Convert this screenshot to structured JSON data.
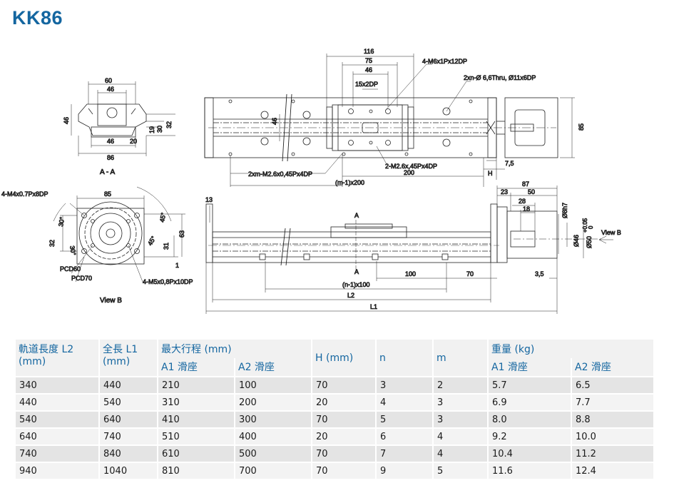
{
  "page": {
    "title": "KK86"
  },
  "drawing": {
    "top": {
      "dim_116": "116",
      "dim_75": "75",
      "dim_46": "46",
      "dim_15x2dp": "15x2DP",
      "hole_m6": "4-M6x1Px12DP",
      "hole_thru": "2xn-Ø 6,6Thru, Ø11x6DP",
      "dim_46v": "46",
      "dim_85": "85",
      "hole_m26_rail": "2xm-M2.6x0,45Px4DP",
      "hole_m26_slide": "2-M2.6x,45Px4DP",
      "dim_200": "200",
      "dim_m1x200": "(m-1)x200",
      "dim_H": "H",
      "dim_75b": "7,5"
    },
    "section": {
      "dim_60": "60",
      "dim_46": "46",
      "dim_46l": "46",
      "dim_19": "19",
      "dim_30": "30",
      "dim_32": "32",
      "dim_20": "20",
      "dim_46b": "46",
      "dim_86": "86",
      "label": "A - A"
    },
    "viewb": {
      "hole_m4": "4-M4x0.7Px8DP",
      "dim_85": "85",
      "dim_30": "30°",
      "dim_45": "45°",
      "dim_63": "63",
      "dim_32": "32",
      "dim_31": "31",
      "dim_1": "1",
      "dim_30b": "30°",
      "dim_45b": "45°",
      "pcd60": "PCD60",
      "pcd70": "PCD70",
      "hole_m5": "4-M5x0,8Px10DP",
      "label": "View B"
    },
    "side": {
      "dim_13": "13",
      "dim_A": "A",
      "dim_A2": "A",
      "dim_87": "87",
      "dim_23": "23",
      "dim_50": "50",
      "dim_28": "28",
      "dim_18": "18",
      "dim_8h7": "Ø8h7",
      "dim_46": "Ø46",
      "dim_50tol": "Ø50",
      "tol": "+0.05",
      "tol2": "0",
      "view_b": "View B",
      "dim_100": "100",
      "dim_70": "70",
      "dim_35": "3,5",
      "dim_n1x100": "(n-1)x100",
      "dim_L2": "L2",
      "dim_L1": "L1"
    }
  },
  "table": {
    "headers": {
      "l2": "軌道長度 L2 (mm)",
      "l1": "全長 L1 (mm)",
      "stroke": "最大行程 (mm)",
      "a1": "A1 滑座",
      "a2": "A2 滑座",
      "h": "H (mm)",
      "n": "n",
      "m": "m",
      "weight": "重量 (kg)",
      "w_a1": "A1 滑座",
      "w_a2": "A2 滑座"
    },
    "rows": [
      [
        "340",
        "440",
        "210",
        "100",
        "70",
        "3",
        "2",
        "5.7",
        "6.5"
      ],
      [
        "440",
        "540",
        "310",
        "200",
        "20",
        "4",
        "3",
        "6.9",
        "7.7"
      ],
      [
        "540",
        "640",
        "410",
        "300",
        "70",
        "5",
        "3",
        "8.0",
        "8.8"
      ],
      [
        "640",
        "740",
        "510",
        "400",
        "20",
        "6",
        "4",
        "9.2",
        "10.0"
      ],
      [
        "740",
        "840",
        "610",
        "500",
        "70",
        "7",
        "4",
        "10.4",
        "11.2"
      ],
      [
        "940",
        "1040",
        "810",
        "700",
        "70",
        "9",
        "5",
        "11.6",
        "12.4"
      ]
    ]
  }
}
